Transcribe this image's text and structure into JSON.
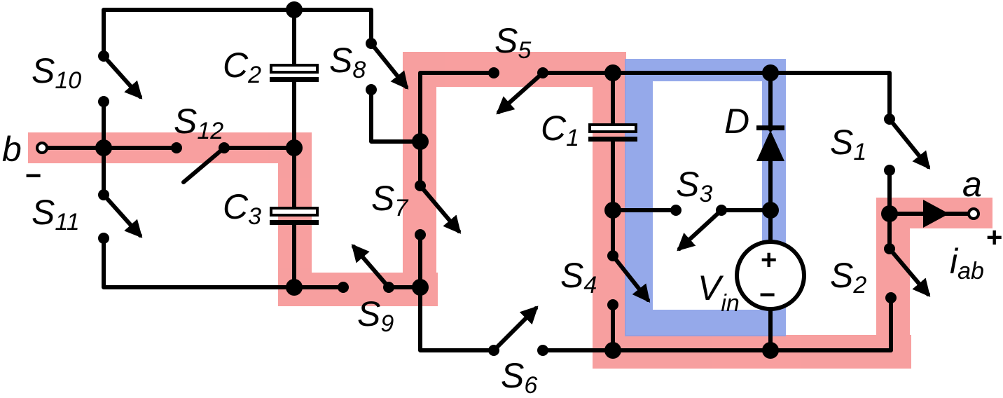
{
  "colors": {
    "wire": "#000000",
    "path_red": "#f79595",
    "path_blue": "#8aa0e8"
  },
  "terminals": {
    "a": "a",
    "b": "b",
    "b_sign": "−",
    "a_sign": "+"
  },
  "current": {
    "main": "i",
    "sub": "ab"
  },
  "source": {
    "main": "V",
    "sub": "in",
    "plus": "+",
    "minus": "−"
  },
  "diode": {
    "label": "D"
  },
  "capacitors": [
    {
      "id": "C1",
      "main": "C",
      "sub": "1"
    },
    {
      "id": "C2",
      "main": "C",
      "sub": "2"
    },
    {
      "id": "C3",
      "main": "C",
      "sub": "3"
    }
  ],
  "switches": [
    {
      "id": "S1",
      "main": "S",
      "sub": "1"
    },
    {
      "id": "S2",
      "main": "S",
      "sub": "2"
    },
    {
      "id": "S3",
      "main": "S",
      "sub": "3"
    },
    {
      "id": "S4",
      "main": "S",
      "sub": "4"
    },
    {
      "id": "S5",
      "main": "S",
      "sub": "5"
    },
    {
      "id": "S6",
      "main": "S",
      "sub": "6"
    },
    {
      "id": "S7",
      "main": "S",
      "sub": "7"
    },
    {
      "id": "S8",
      "main": "S",
      "sub": "8"
    },
    {
      "id": "S9",
      "main": "S",
      "sub": "9"
    },
    {
      "id": "S10",
      "main": "S",
      "sub": "10"
    },
    {
      "id": "S11",
      "main": "S",
      "sub": "11"
    },
    {
      "id": "S12",
      "main": "S",
      "sub": "12"
    }
  ]
}
